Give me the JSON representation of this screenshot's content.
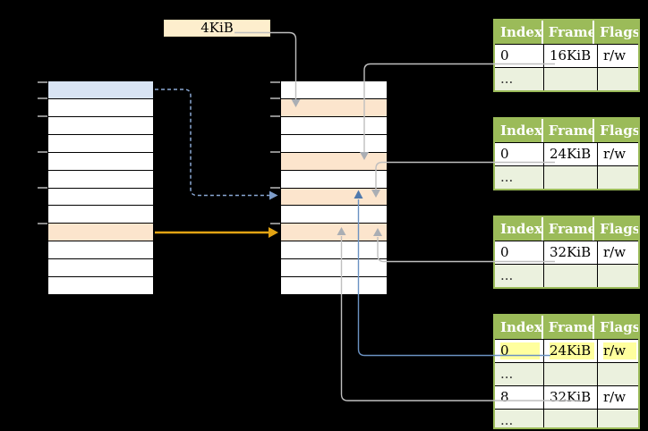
{
  "size_label": {
    "text": "4KiB"
  },
  "colors": {
    "background": "#000000",
    "table_green": "#9bbb59",
    "table_shade_green": "#ebf1de",
    "frame_orange": "#fce5cd",
    "page_blue": "#d9e4f4",
    "label_cream": "#fdeecd",
    "highlight_yellow": "#ffff9e",
    "connector_gray": "#bfbfbf",
    "connector_blue": "#6b92c2",
    "dashed_blue": "#8aa7d3",
    "arrow_orange": "#e2a313"
  },
  "virtual_memory_column": {
    "rows": 12,
    "blue_row_index": 0,
    "orange_row_index": 8,
    "tick_count": 6
  },
  "physical_memory_column": {
    "rows": 12,
    "orange_row_indexes": [
      1,
      4,
      6,
      8
    ],
    "tick_count": 6
  },
  "page_tables": [
    {
      "name": "page-table-16kib",
      "headers": [
        "Index",
        "Frame",
        "Flags"
      ],
      "rows": [
        {
          "cells": [
            "0",
            "16KiB",
            "r/w"
          ]
        },
        {
          "cells": [
            "...",
            "",
            ""
          ],
          "shaded": true
        }
      ]
    },
    {
      "name": "page-table-24kib",
      "headers": [
        "Index",
        "Frame",
        "Flags"
      ],
      "rows": [
        {
          "cells": [
            "0",
            "24KiB",
            "r/w"
          ]
        },
        {
          "cells": [
            "...",
            "",
            ""
          ],
          "shaded": true
        }
      ]
    },
    {
      "name": "page-table-32kib",
      "headers": [
        "Index",
        "Frame",
        "Flags"
      ],
      "rows": [
        {
          "cells": [
            "0",
            "32KiB",
            "r/w"
          ]
        },
        {
          "cells": [
            "...",
            "",
            ""
          ],
          "shaded": true
        }
      ]
    },
    {
      "name": "active-page-table",
      "headers": [
        "Index",
        "Frame",
        "Flags"
      ],
      "rows": [
        {
          "cells": [
            "0",
            "24KiB",
            "r/w"
          ],
          "highlighted": true
        },
        {
          "cells": [
            "...",
            "",
            ""
          ],
          "shaded": true
        },
        {
          "cells": [
            "8",
            "32KiB",
            "r/w"
          ]
        },
        {
          "cells": [
            "...",
            "",
            ""
          ],
          "shaded": true
        }
      ]
    }
  ],
  "connections": [
    {
      "from": "size-label-4kib",
      "to": "physical-frame-row-1",
      "style": "gray"
    },
    {
      "from": "page-table-16kib",
      "to": "physical-frame-row-4",
      "style": "gray"
    },
    {
      "from": "page-table-24kib",
      "to": "physical-frame-row-6",
      "style": "gray"
    },
    {
      "from": "page-table-32kib",
      "to": "physical-frame-row-8",
      "style": "gray"
    },
    {
      "from": "active-page-table-entry-0-24KiB",
      "to": "physical-frame-row-6",
      "style": "blue"
    },
    {
      "from": "active-page-table-entry-8-32KiB",
      "to": "physical-frame-row-8",
      "style": "gray"
    },
    {
      "from": "virtual-page-row-0",
      "to": "physical-frame-row-6",
      "style": "blue-dashed"
    },
    {
      "from": "virtual-page-row-8",
      "to": "physical-frame-row-8",
      "style": "orange"
    }
  ]
}
